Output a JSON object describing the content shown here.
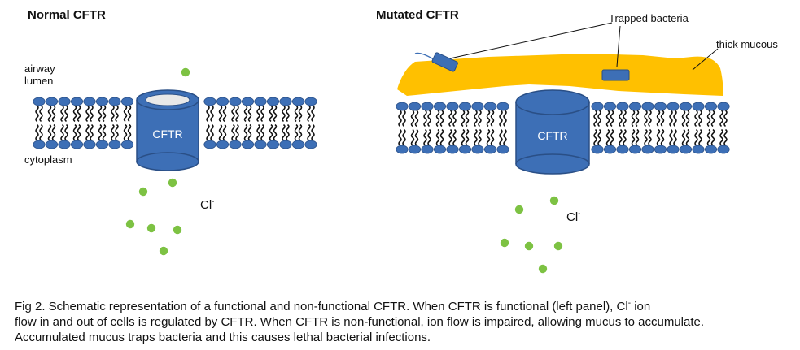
{
  "left_panel": {
    "title": "Normal CFTR",
    "label_top": "airway lumen",
    "label_top_line1": "airway",
    "label_top_line2": "lumen",
    "label_bottom": "cytoplasm",
    "channel_label": "CFTR",
    "ion_label": "Cl",
    "ion_superscript": "-",
    "channel_state": "open"
  },
  "right_panel": {
    "title": "Mutated CFTR",
    "bacteria_label": "Trapped bacteria",
    "mucus_label": "thick mucous",
    "channel_label": "CFTR",
    "ion_label": "Cl",
    "ion_superscript": "-",
    "channel_state": "closed"
  },
  "caption": {
    "line1_before": "Fig 2. Schematic representation of a functional and non-functional CFTR. When CFTR is functional (left panel), Cl",
    "line1_sup": "-",
    "line1_after": " ion",
    "line2": "flow in and out of cells is regulated by CFTR. When CFTR is non-functional, ion flow is impaired, allowing mucus to accumulate.",
    "line3": "Accumulated mucus traps bacteria and this causes lethal bacterial infections."
  },
  "colors": {
    "channel": "#3d6fb6",
    "channel_outline": "#2a4f86",
    "channel_top_open": "#e8e8e8",
    "ion": "#7dc243",
    "mucus": "#ffc000",
    "bacteria": "#3d6fb6",
    "lipid_head": "#3d6fb6",
    "lipid_tail": "#111111"
  }
}
